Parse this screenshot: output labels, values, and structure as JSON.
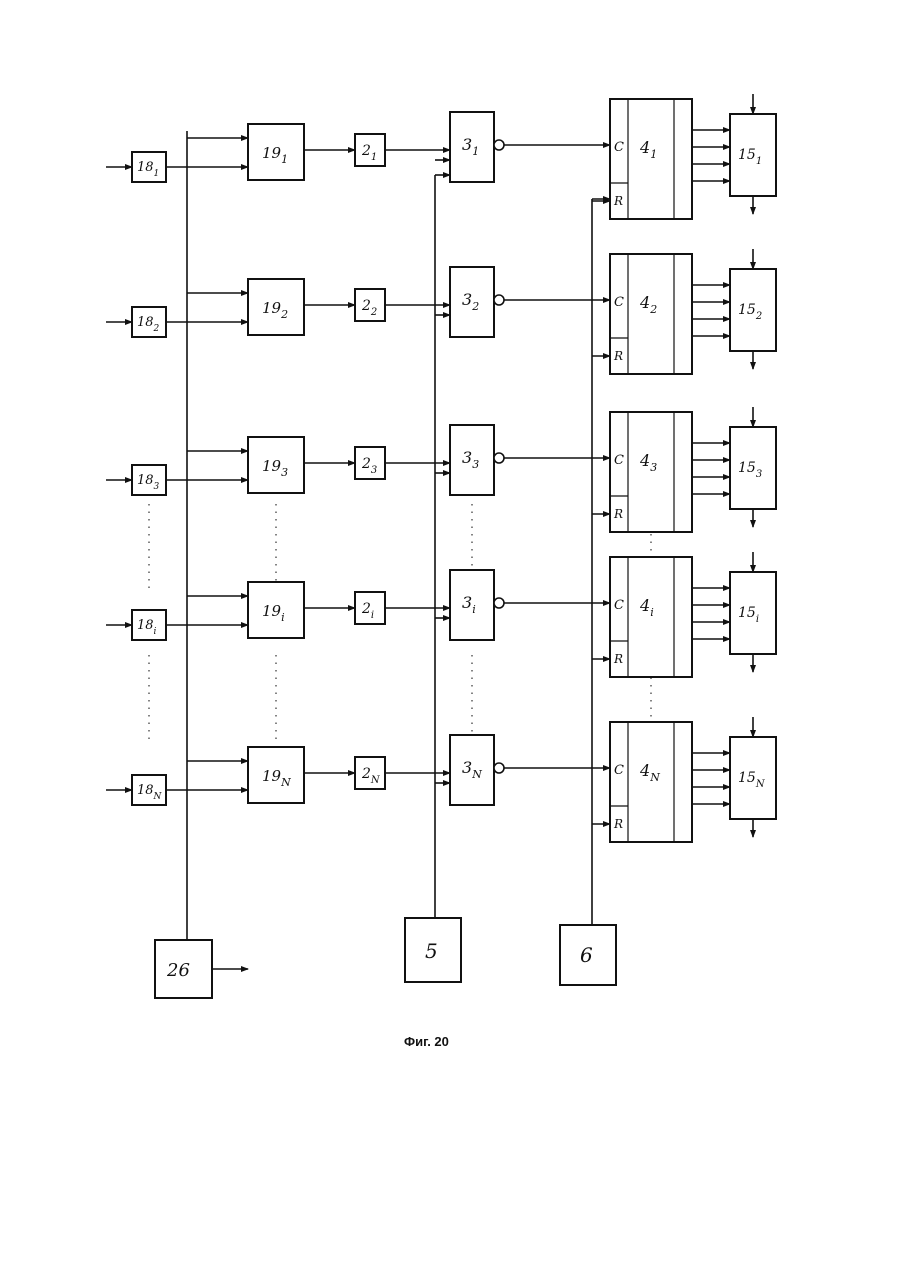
{
  "figure": {
    "caption": "Фиг. 20",
    "rows": [
      {
        "input": {
          "num": "18",
          "sub": "1"
        },
        "gate": {
          "num": "19",
          "sub": "1"
        },
        "delay": {
          "num": "2",
          "sub": "1"
        },
        "inv": {
          "num": "3",
          "sub": "1"
        },
        "reg": {
          "num": "4",
          "sub": "1"
        },
        "out": {
          "num": "15",
          "sub": "1"
        }
      },
      {
        "input": {
          "num": "18",
          "sub": "2"
        },
        "gate": {
          "num": "19",
          "sub": "2"
        },
        "delay": {
          "num": "2",
          "sub": "2"
        },
        "inv": {
          "num": "3",
          "sub": "2"
        },
        "reg": {
          "num": "4",
          "sub": "2"
        },
        "out": {
          "num": "15",
          "sub": "2"
        }
      },
      {
        "input": {
          "num": "18",
          "sub": "3"
        },
        "gate": {
          "num": "19",
          "sub": "3"
        },
        "delay": {
          "num": "2",
          "sub": "3"
        },
        "inv": {
          "num": "3",
          "sub": "3"
        },
        "reg": {
          "num": "4",
          "sub": "3"
        },
        "out": {
          "num": "15",
          "sub": "3"
        }
      },
      {
        "input": {
          "num": "18",
          "sub": "i"
        },
        "gate": {
          "num": "19",
          "sub": "i"
        },
        "delay": {
          "num": "2",
          "sub": "i"
        },
        "inv": {
          "num": "3",
          "sub": "i"
        },
        "reg": {
          "num": "4",
          "sub": "i"
        },
        "out": {
          "num": "15",
          "sub": "i"
        }
      },
      {
        "input": {
          "num": "18",
          "sub": "N"
        },
        "gate": {
          "num": "19",
          "sub": "N"
        },
        "delay": {
          "num": "2",
          "sub": "N"
        },
        "inv": {
          "num": "3",
          "sub": "N"
        },
        "reg": {
          "num": "4",
          "sub": "N"
        },
        "out": {
          "num": "15",
          "sub": "N"
        }
      }
    ],
    "register_inputs": {
      "clock": "C",
      "reset": "R"
    },
    "bottom_blocks": {
      "gen": "26",
      "clock_src": "5",
      "reset_src": "6"
    }
  }
}
